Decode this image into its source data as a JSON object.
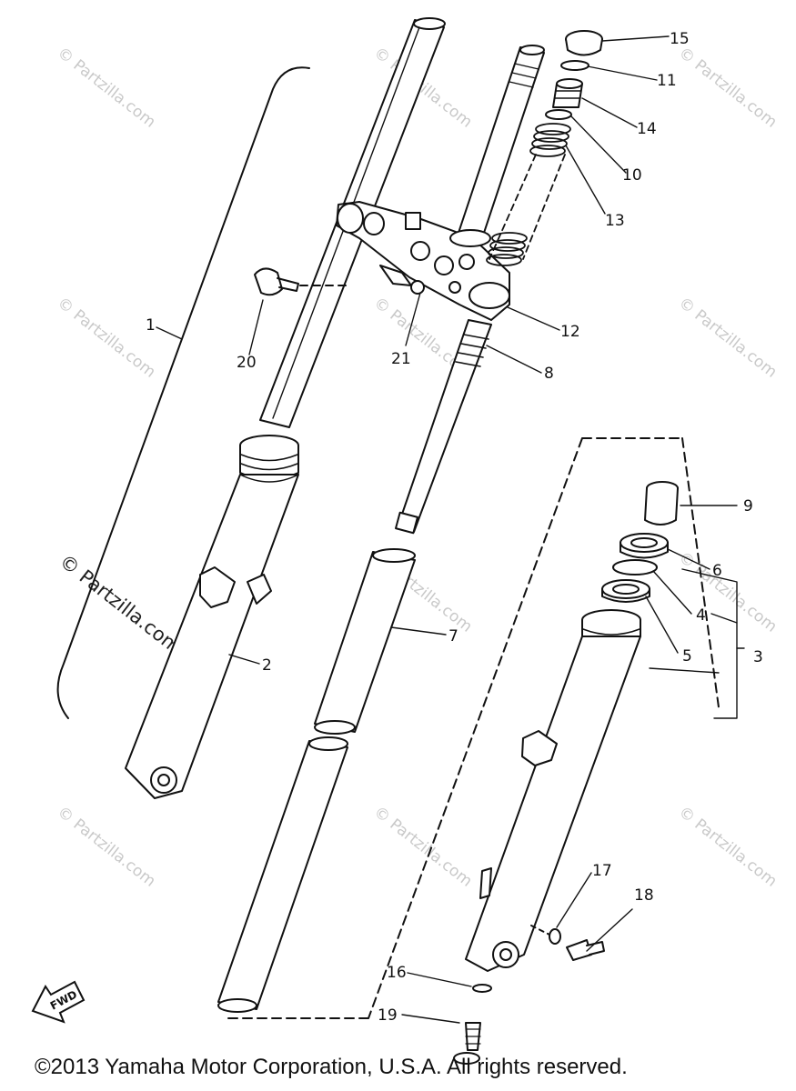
{
  "copyright": "©2013  Yamaha Motor Corporation, U.S.A. All rights reserved.",
  "watermark": {
    "text": "© Partzilla.com",
    "color": "#c9c9c9"
  },
  "fwd_label": "FWD",
  "parts": [
    {
      "num": "1"
    },
    {
      "num": "2"
    },
    {
      "num": "3"
    },
    {
      "num": "4"
    },
    {
      "num": "5"
    },
    {
      "num": "6"
    },
    {
      "num": "7"
    },
    {
      "num": "8"
    },
    {
      "num": "9"
    },
    {
      "num": "10"
    },
    {
      "num": "11"
    },
    {
      "num": "12"
    },
    {
      "num": "13"
    },
    {
      "num": "14"
    },
    {
      "num": "15"
    },
    {
      "num": "16"
    },
    {
      "num": "17"
    },
    {
      "num": "18"
    },
    {
      "num": "19"
    },
    {
      "num": "20"
    },
    {
      "num": "21"
    }
  ]
}
